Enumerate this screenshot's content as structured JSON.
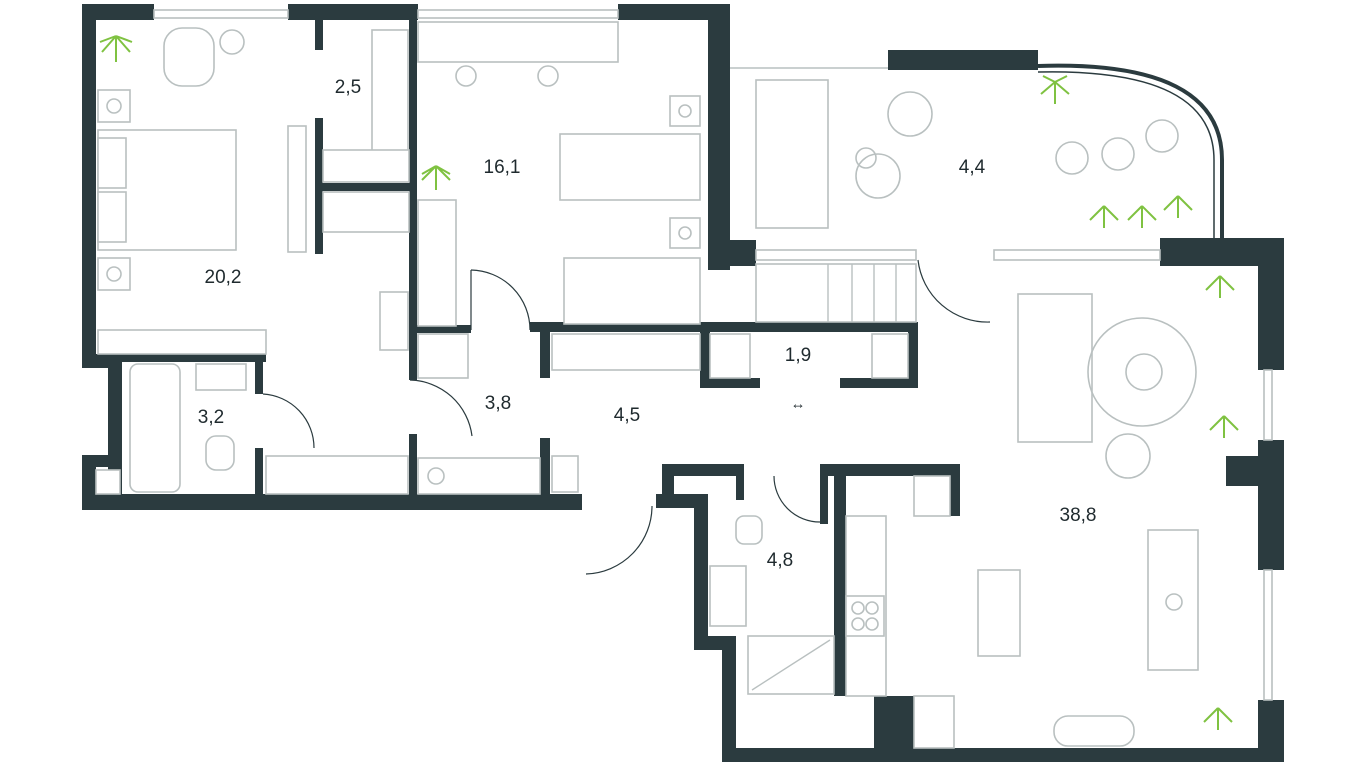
{
  "rooms": [
    {
      "id": "bedroom-master",
      "area": "20,2"
    },
    {
      "id": "wardrobe",
      "area": "2,5"
    },
    {
      "id": "bedroom-kids",
      "area": "16,1"
    },
    {
      "id": "terrace",
      "area": "4,4"
    },
    {
      "id": "bathroom-1",
      "area": "3,2"
    },
    {
      "id": "hall-1",
      "area": "3,8"
    },
    {
      "id": "corridor",
      "area": "4,5"
    },
    {
      "id": "storage",
      "area": "1,9"
    },
    {
      "id": "bathroom-2",
      "area": "4,8"
    },
    {
      "id": "living-kitchen",
      "area": "38,8"
    }
  ],
  "icons": {
    "sliding_door": "↔"
  },
  "colors": {
    "wall": "#2b3b3f",
    "furniture": "#b9c0c0",
    "plant": "#7fc241"
  }
}
